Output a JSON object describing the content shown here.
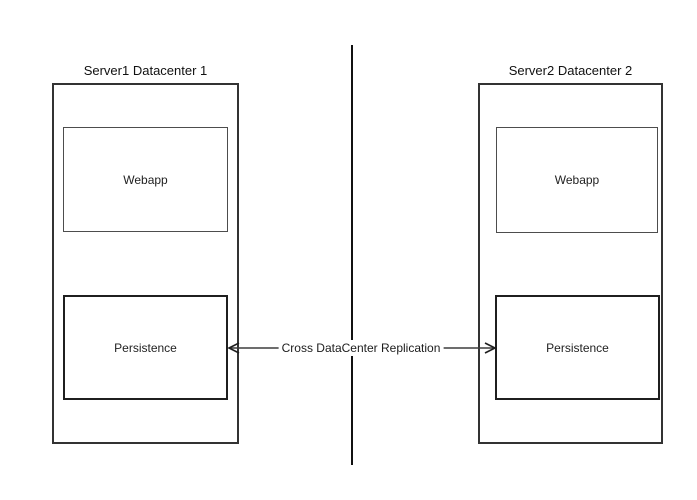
{
  "diagram": {
    "background_color": "#ffffff",
    "stroke_color": "#333333",
    "text_color": "#111111",
    "servers": [
      {
        "title": "Server1 Datacenter 1",
        "components": [
          {
            "label": "Webapp"
          },
          {
            "label": "Persistence"
          }
        ]
      },
      {
        "title": "Server2 Datacenter 2",
        "components": [
          {
            "label": "Webapp"
          },
          {
            "label": "Persistence"
          }
        ]
      }
    ],
    "replication_link": {
      "label": "Cross DataCenter Replication",
      "type": "bidirectional-arrow",
      "connects": [
        "Persistence",
        "Persistence"
      ]
    },
    "divider": {
      "type": "vertical-line"
    }
  }
}
